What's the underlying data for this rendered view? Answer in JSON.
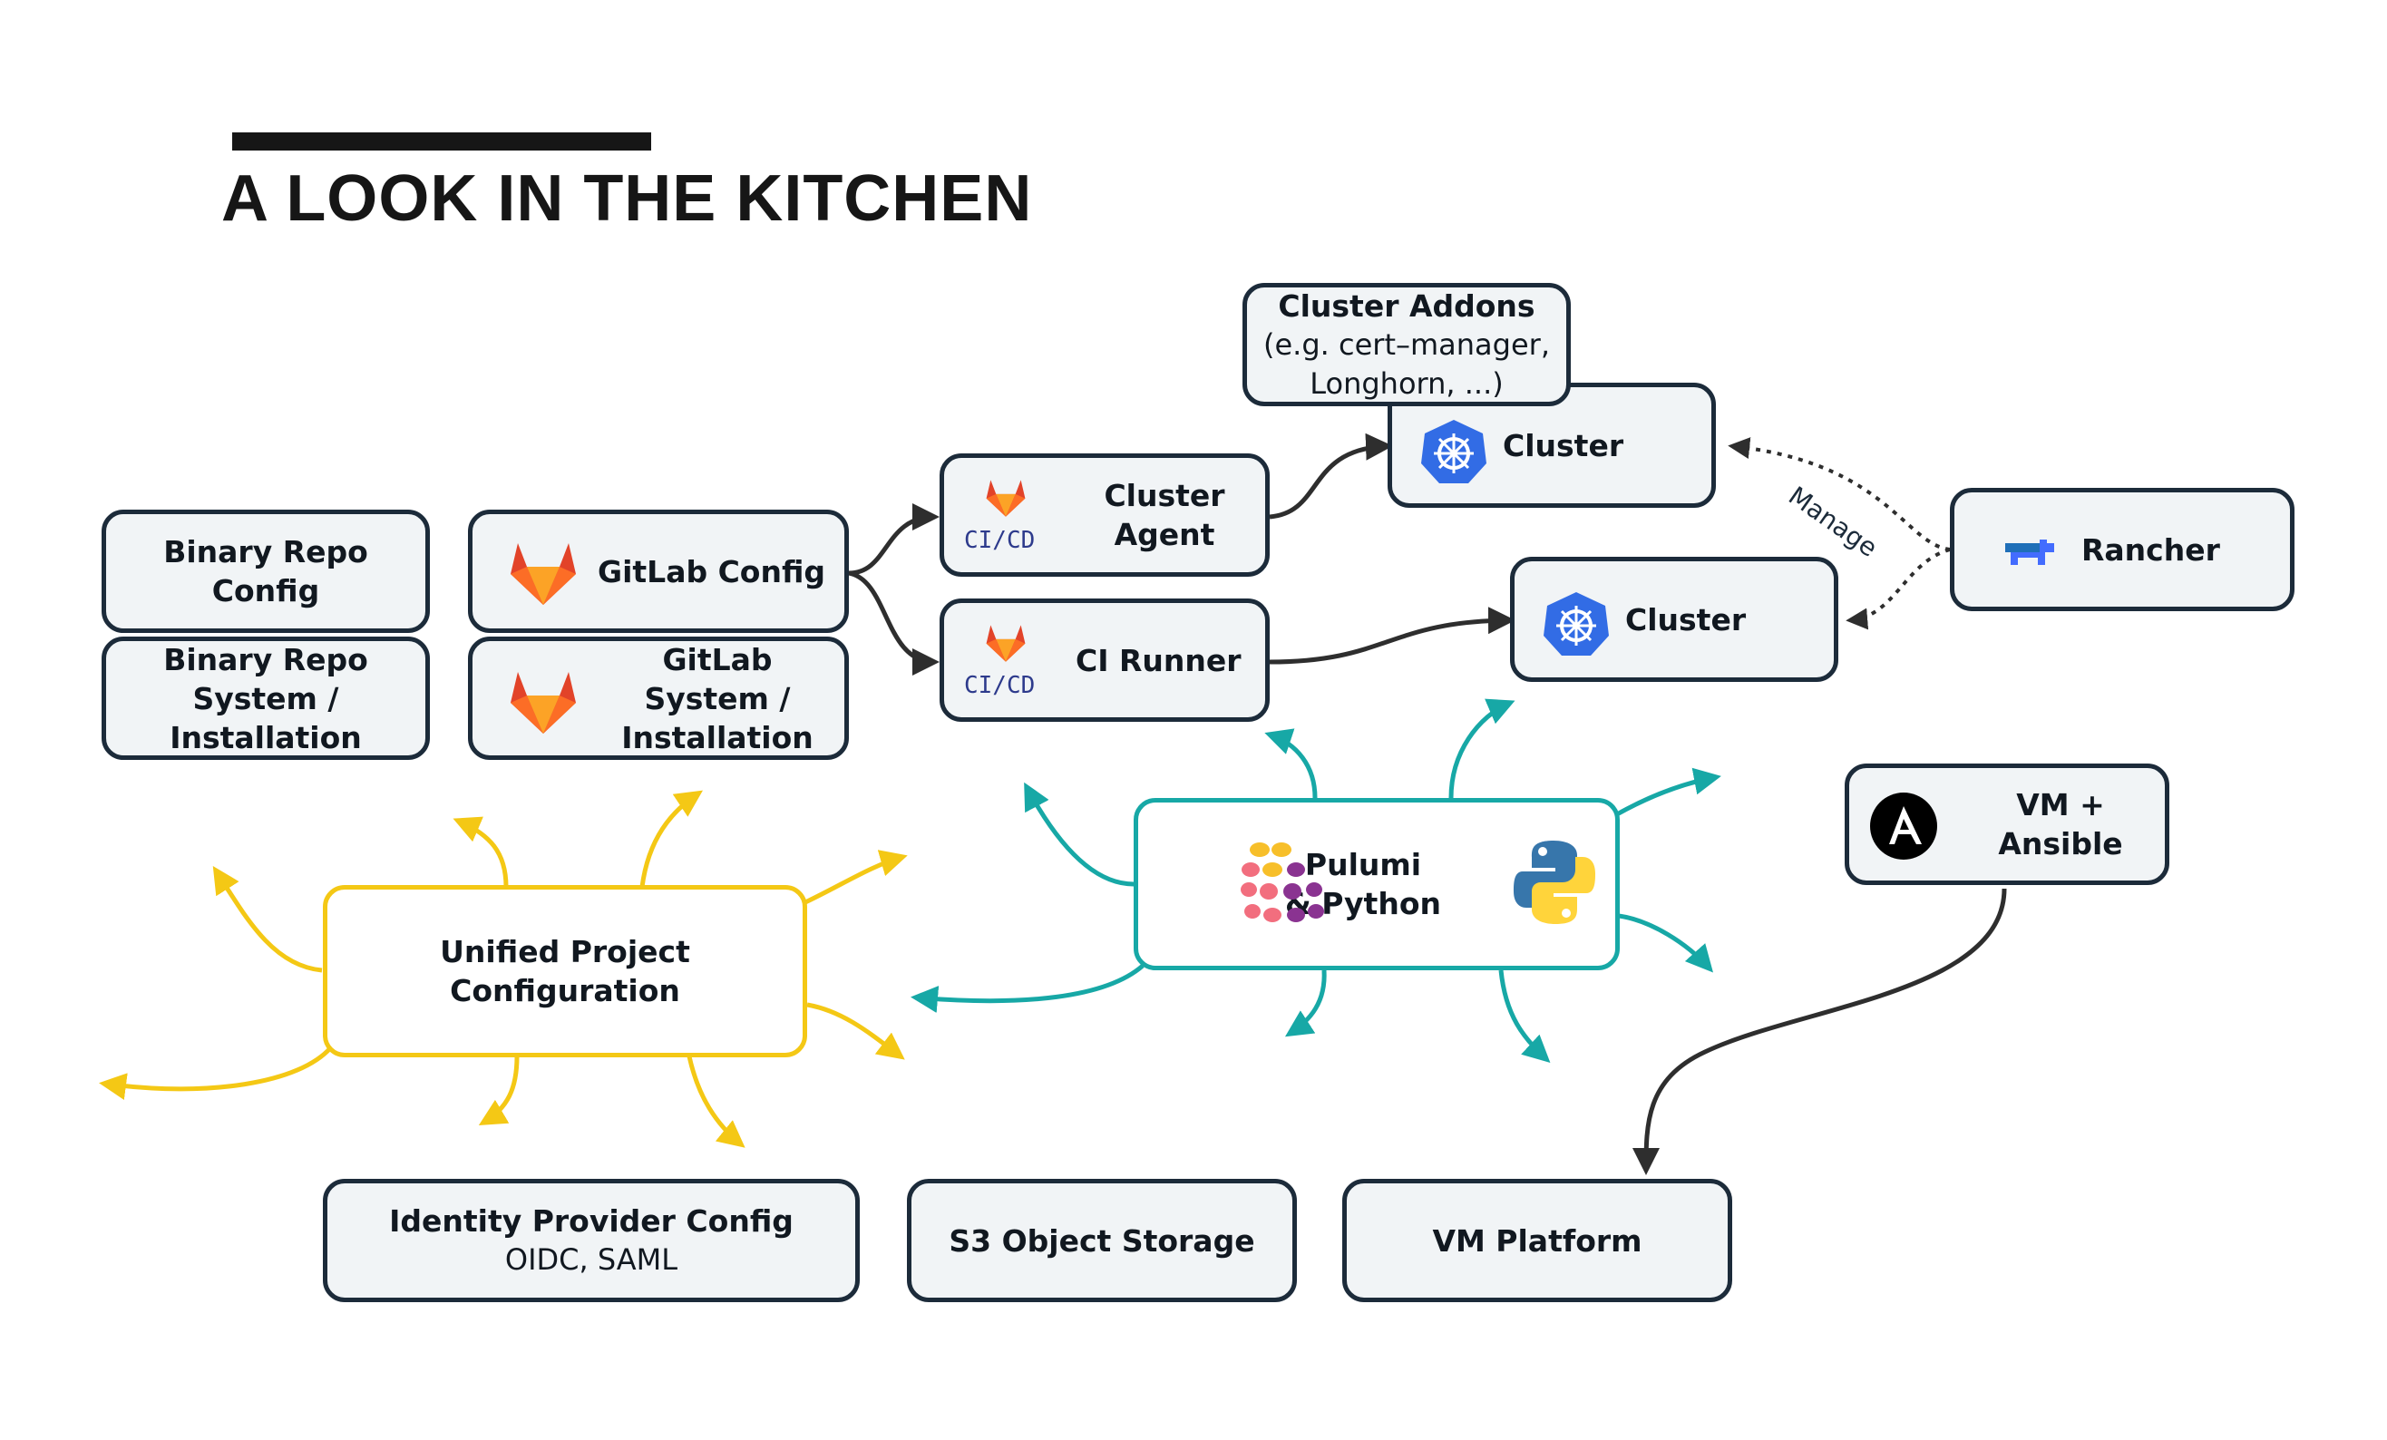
{
  "title": "A LOOK IN THE KITCHEN",
  "nodes": {
    "binary_repo_config": "Binary Repo Config",
    "binary_repo_system": "Binary Repo System / Installation",
    "gitlab_config": "GitLab Config",
    "gitlab_system": "GitLab System / Installation",
    "cluster_agent": "Cluster Agent",
    "ci_runner": "CI Runner",
    "cluster_addons_title": "Cluster Addons",
    "cluster_addons_sub1": "(e.g. cert–manager,",
    "cluster_addons_sub2": "Longhorn, ...)",
    "cluster_top": "Cluster",
    "cluster_bottom": "Cluster",
    "rancher": "Rancher",
    "pulumi_line1": "Pulumi",
    "pulumi_line2": "& Python",
    "vm_ansible": "VM + Ansible",
    "unified": "Unified Project Configuration",
    "idp_title": "Identity Provider Config",
    "idp_sub": "OIDC, SAML",
    "s3": "S3 Object Storage",
    "vm_platform": "VM Platform"
  },
  "edge_labels": {
    "manage": "Manage"
  },
  "icons": {
    "cicd_text": "CI/CD",
    "gitlab": "gitlab-fox-icon",
    "kubernetes": "kubernetes-wheel-icon",
    "rancher": "rancher-cow-icon",
    "pulumi": "pulumi-logo-icon",
    "python": "python-logo-icon",
    "ansible": "ansible-a-icon"
  },
  "colors": {
    "box_border": "#1c2b3a",
    "box_fill": "#f1f4f6",
    "teal": "#17a8a6",
    "yellow": "#f4c815",
    "dark_arrow": "#2e2e2e",
    "kubernetes_blue": "#326ce5",
    "gitlab_orange": "#fc6d26"
  }
}
